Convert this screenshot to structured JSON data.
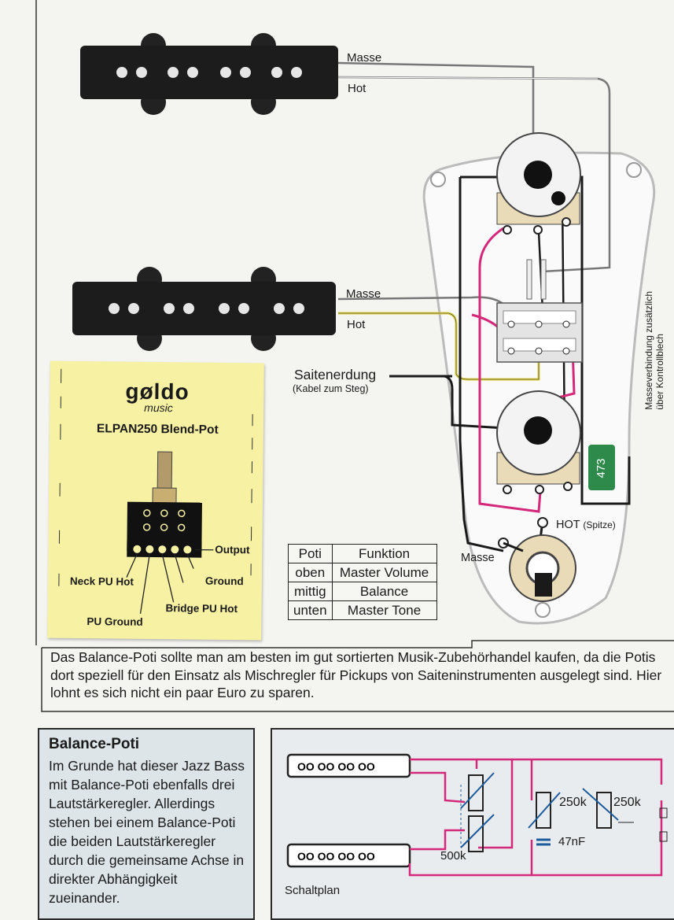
{
  "diagram": {
    "pickup_top": {
      "masse_label": "Masse",
      "hot_label": "Hot"
    },
    "pickup_bottom": {
      "masse_label": "Masse",
      "hot_label": "Hot"
    },
    "saitenerdung": {
      "label": "Saitenerdung",
      "sub_label": "(Kabel zum Steg)"
    },
    "side_note": {
      "line1": "Masseverbindung zusätzlich",
      "line2": "über Kontrollblech"
    },
    "capacitor_label": "473",
    "hot_spitze": {
      "label": "HOT",
      "sub": "(Spitze)"
    },
    "jack_masse_label": "Masse"
  },
  "yellow_card": {
    "brand": "gøldo",
    "brand_sub": "music",
    "title": "ELPAN250 Blend-Pot",
    "pins": {
      "output": "Output",
      "neck_pu_hot": "Neck PU Hot",
      "ground": "Ground",
      "bridge_pu_hot": "Bridge PU Hot",
      "pu_ground": "PU Ground"
    }
  },
  "function_table": {
    "headers": [
      "Poti",
      "Funktion"
    ],
    "rows": [
      [
        "oben",
        "Master Volume"
      ],
      [
        "mittig",
        "Balance"
      ],
      [
        "unten",
        "Master Tone"
      ]
    ]
  },
  "note": "Das Balance-Poti sollte man am besten im gut sortierten Musik-Zubehörhandel kaufen, da die Potis dort speziell für den Einsatz als Mischregler für Pickups von Saiteninstrumenten ausgelegt sind. Hier lohnt es sich nicht ein paar Euro zu sparen.",
  "balance_box": {
    "title": "Balance-Poti",
    "text": "Im Grunde hat dieser Jazz Bass mit Balance-Poti ebenfalls drei Lautstärkeregler. Allerdings stehen bei einem Balance-Poti die beiden Lautstärkeregler durch die gemeinsame Achse in direkter Abhängigkeit zueinander."
  },
  "schematic": {
    "pot_500k": "500k",
    "pot_250k_a": "250k",
    "pot_250k_b": "250k",
    "cap": "47nF",
    "label": "Schaltplan"
  },
  "colors": {
    "wire_pink": "#d4287a",
    "wire_yellow": "#e0d23a",
    "wire_black": "#1a1a1a",
    "wire_gray": "#777777",
    "card_yellow": "#f7f1a4",
    "cap_green": "#2e8a4a"
  }
}
